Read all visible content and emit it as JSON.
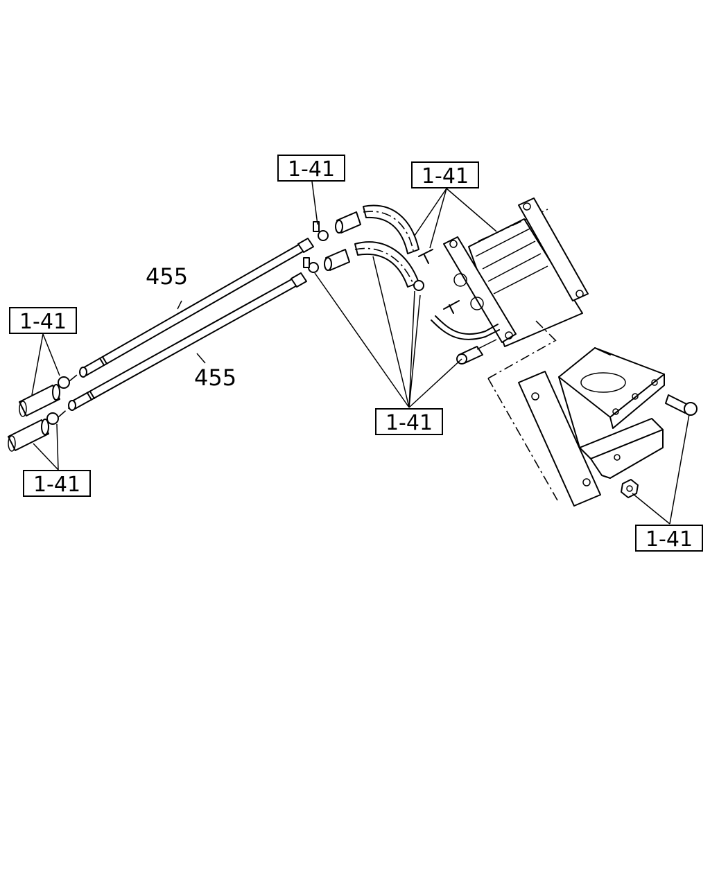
{
  "callouts": {
    "ref_top_center": "1-41",
    "ref_top_right": "1-41",
    "ref_left_upper": "1-41",
    "ref_left_lower": "1-41",
    "ref_middle": "1-41",
    "ref_bottom_right": "1-41"
  },
  "parts": {
    "rod_upper": "455",
    "rod_lower": "455"
  }
}
